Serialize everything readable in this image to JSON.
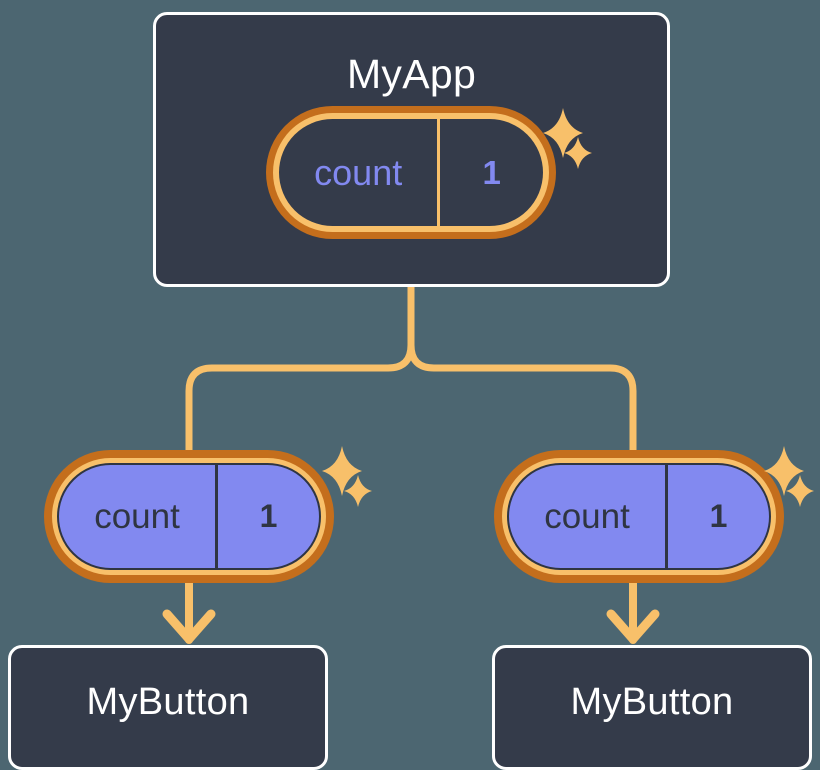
{
  "diagram": {
    "title_text": "MyApp",
    "type": "component-state-tree",
    "background_color": "#4c6671",
    "box_fill_color": "#343b4a",
    "box_border_color": "#ffffff",
    "wire_color": "#f8c06a",
    "pill_outer_ring_color": "#c46e1c",
    "pill_inner_ring_color": "#f8c06a",
    "pill_fill_color": "#8289f0",
    "accent_purple": "#8289f0",
    "dark_text_color": "#2f3542"
  },
  "root": {
    "name": "MyApp",
    "state": {
      "key": "count",
      "value": "1"
    },
    "sparkle_large": "sparkle-icon",
    "sparkle_small": "sparkle-icon"
  },
  "children": [
    {
      "id": "left",
      "state": {
        "key": "count",
        "value": "1"
      },
      "component": {
        "name": "MyButton"
      }
    },
    {
      "id": "right",
      "state": {
        "key": "count",
        "value": "1"
      },
      "component": {
        "name": "MyButton"
      }
    }
  ]
}
